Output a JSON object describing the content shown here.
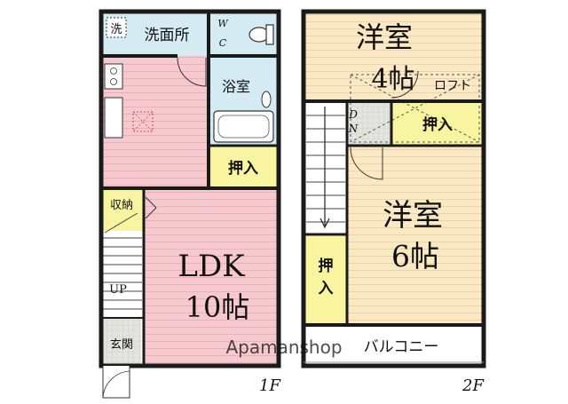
{
  "floors": [
    {
      "label": "1F",
      "rooms": {
        "washroom": {
          "badge": "洗",
          "label": "洗面所"
        },
        "toilet": {
          "label": "W\nC"
        },
        "bath": {
          "label": "浴室"
        },
        "closet_1": {
          "label": "押入"
        },
        "storage": {
          "label": "収納"
        },
        "ldk": {
          "name": "LDK",
          "size": "10帖"
        },
        "stairs": {
          "label": "UP"
        },
        "entrance": {
          "label": "玄関"
        }
      }
    },
    {
      "label": "2F",
      "rooms": {
        "western_4": {
          "name": "洋室",
          "size": "4帖"
        },
        "loft": {
          "label": "ロフト"
        },
        "closet_2": {
          "label": "押入"
        },
        "stairs": {
          "label": "D\nN"
        },
        "western_6": {
          "name": "洋室",
          "size": "6帖"
        },
        "closet_3": {
          "label": "押入"
        },
        "balcony": {
          "label": "バルコニー"
        }
      }
    }
  ],
  "watermark": "Apamanshop",
  "colors": {
    "pink": "#f6c9cf",
    "beige": "#fbe8c4",
    "blue": "#d4ebf3",
    "yellow": "#f8f4a0",
    "gray": "#d7d7d2",
    "wall": "#1a1a1a"
  }
}
